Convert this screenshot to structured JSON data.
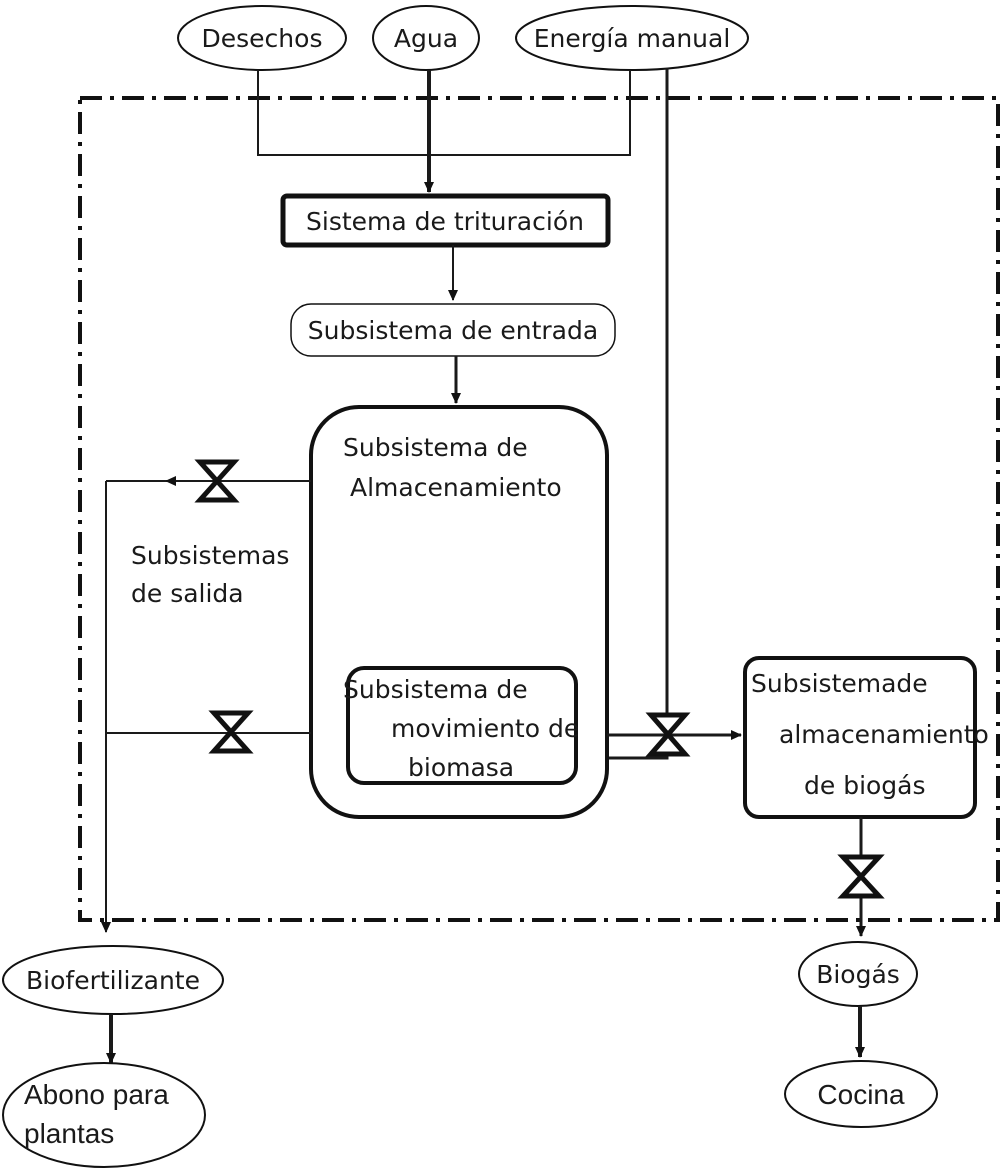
{
  "inputs": {
    "desechos": "Desechos",
    "agua": "Agua",
    "energia": "Energía manual"
  },
  "blocks": {
    "trituracion": "Sistema de trituración",
    "entrada": "Subsistema de entrada",
    "almacenamiento": [
      "Subsistema de",
      "Almacenamiento"
    ],
    "movimiento": [
      "Subsistema de",
      "movimiento de",
      "biomasa"
    ],
    "biogas_storage": [
      "Subsistemade",
      "almacenamiento",
      "de biogás"
    ],
    "salida": [
      "Subsistemas",
      "de salida"
    ]
  },
  "outputs": {
    "biofertilizante": "Biofertilizante",
    "abono": [
      "Abono para",
      "plantas"
    ],
    "biogas": "Biogás",
    "cocina": "Cocina"
  }
}
